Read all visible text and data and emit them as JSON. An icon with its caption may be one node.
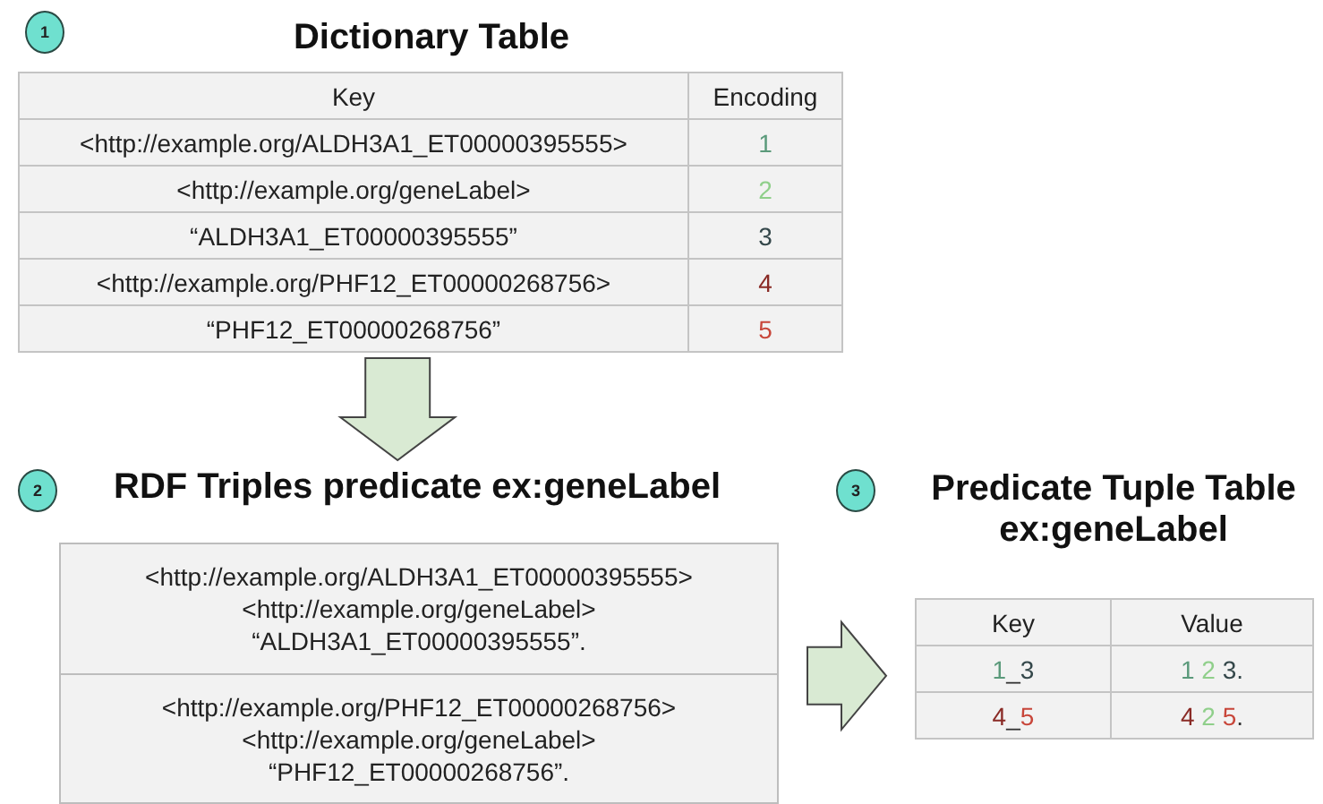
{
  "diagram": {
    "nodes": [
      {
        "text": [
          "1"
        ]
      },
      {
        "text": [
          "Dictionary Table"
        ]
      },
      {
        "text": [
          "2"
        ]
      },
      {
        "text": [
          "RDF Triples predicate ex:geneLabel",
          "<http://example.org/ALDH3A1_ET00000395555> <http://example.org/geneLabel> “ALDH3A1_ET00000395555”.",
          "<http://example.org/PHF12_ET00000268756> <http://example.org/geneLabel> “PHF12_ET00000268756”."
        ]
      },
      {
        "text": [
          "3"
        ]
      },
      {
        "text": [
          "Predicate Tuple Table ex:geneLabel"
        ]
      }
    ],
    "edges": [
      {
        "from": 1,
        "to": 3,
        "arrow": "to"
      },
      {
        "from": 3,
        "to": 5,
        "arrow": "to"
      }
    ],
    "labels": [
      "Key",
      "Encoding",
      "<http://example.org/ALDH3A1_ET00000395555>",
      "1",
      "<http://example.org/geneLabel>",
      "2",
      "“ALDH3A1_ET00000395555”",
      "3",
      "<http://example.org/PHF12_ET00000268756>",
      "4",
      "“PHF12_ET00000268756”",
      "5",
      "Key",
      "Value",
      "1_3",
      "1 2 3.",
      "4_5",
      "4 2 5."
    ]
  }
}
